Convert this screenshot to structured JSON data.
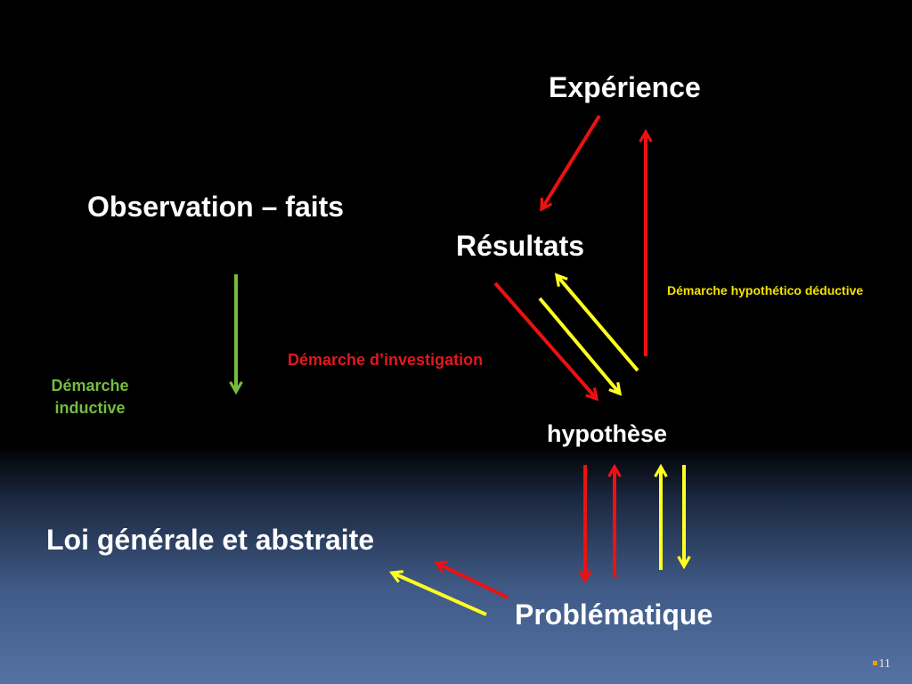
{
  "colors": {
    "red": "#ee1111",
    "yellow": "#ffff20",
    "green": "#77bb3f",
    "white": "#ffffff"
  },
  "nodes": {
    "experience": "Expérience",
    "observation": "Observation – faits",
    "resultats": "Résultats",
    "hypothese": "hypothèse",
    "loi": "Loi générale et abstraite",
    "problematique": "Problématique"
  },
  "labels": {
    "hypothetico_deductive": "Démarche hypothético déductive",
    "investigation": "Démarche  d’investigation",
    "inductive": "Démarche inductive"
  },
  "footer": {
    "page_number": "11"
  }
}
